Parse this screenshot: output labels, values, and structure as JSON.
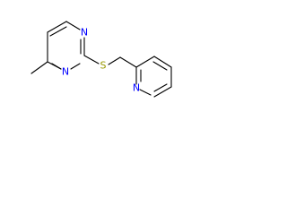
{
  "molecule": {
    "atoms": {
      "pyrimidine_n1": "N",
      "pyrimidine_n3": "N",
      "sulfur": "S",
      "pyridine_n": "N"
    },
    "colors": {
      "nitrogen": "#0000ff",
      "sulfur": "#999900",
      "bond": "#000000"
    }
  }
}
